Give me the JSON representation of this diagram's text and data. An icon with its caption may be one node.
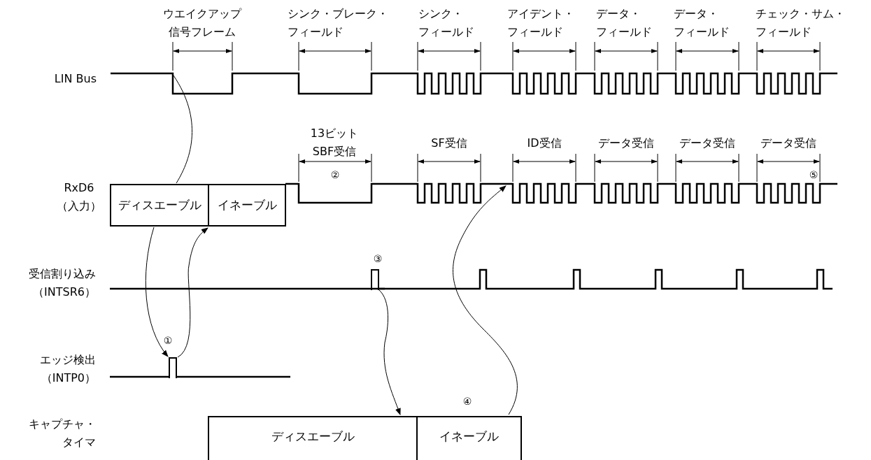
{
  "diagram": {
    "nodes": [
      {
        "text": [
          "ディスエーブル"
        ]
      },
      {
        "text": [
          "イネーブル"
        ]
      },
      {
        "text": [],
        "shape": "pulse"
      },
      {
        "text": [],
        "shape": "pulse"
      },
      {
        "text": [
          "ディスエーブル"
        ]
      },
      {
        "text": [
          "イネーブル"
        ]
      },
      {
        "text": [],
        "shape": "line"
      },
      {
        "text": [],
        "shape": "line"
      }
    ],
    "edges": [
      {
        "from": 6,
        "to": 0,
        "arrow": "none"
      },
      {
        "from": 0,
        "to": 2,
        "arrow": "to"
      },
      {
        "from": 2,
        "to": 1,
        "arrow": "to"
      },
      {
        "from": 3,
        "to": 4,
        "arrow": "to"
      },
      {
        "from": 5,
        "to": 7,
        "arrow": "to"
      }
    ],
    "labels": [
      "ウエイクアップ信号フレーム",
      "シンク・ブレーク・フィールド",
      "シンク・フィールド",
      "アイデント・フィールド",
      "データ・フィールド",
      "データ・フィールド",
      "チェック・サム・フィールド",
      "LIN Bus",
      "13ビットSBF受信",
      "SF受信",
      "ID受信",
      "データ受信",
      "データ受信",
      "データ受信",
      "RxD6（入力）",
      "②",
      "⑤",
      "③",
      "受信割り込み（INTSR6）",
      "①",
      "エッジ検出（INTP0）",
      "④",
      "キャプチャ・タイマ"
    ]
  }
}
